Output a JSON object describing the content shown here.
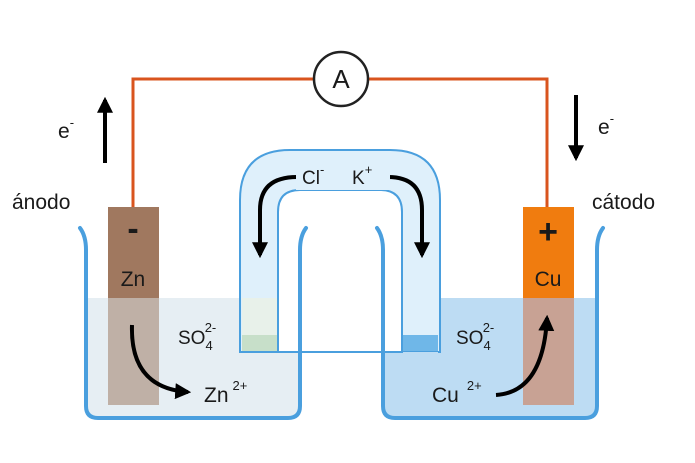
{
  "meter": {
    "label": "A"
  },
  "electron_flow": {
    "left": {
      "label": "e",
      "charge": "-",
      "direction": "up"
    },
    "right": {
      "label": "e",
      "charge": "-",
      "direction": "down"
    }
  },
  "anode": {
    "caption": "ánodo",
    "electrode_sign": "-",
    "electrode_label": "Zn",
    "ion_label": "Zn",
    "ion_charge": "2+",
    "color": "#a0785f"
  },
  "cathode": {
    "caption": "cátodo",
    "electrode_sign": "+",
    "electrode_label": "Cu",
    "ion_label": "Cu",
    "ion_charge": "2+",
    "color": "#f07c0f"
  },
  "sulfate": {
    "label": "SO",
    "subscript": "4",
    "charge": "2-"
  },
  "salt_bridge": {
    "anion_label": "Cl",
    "anion_charge": "-",
    "cation_label": "K",
    "cation_charge": "+"
  },
  "colors": {
    "wire": "#d9541e",
    "beaker": "#4a9fde",
    "left_solution": "#e6eef3",
    "right_solution": "#bddcf3",
    "bridge_fill": "#dff0fb"
  }
}
